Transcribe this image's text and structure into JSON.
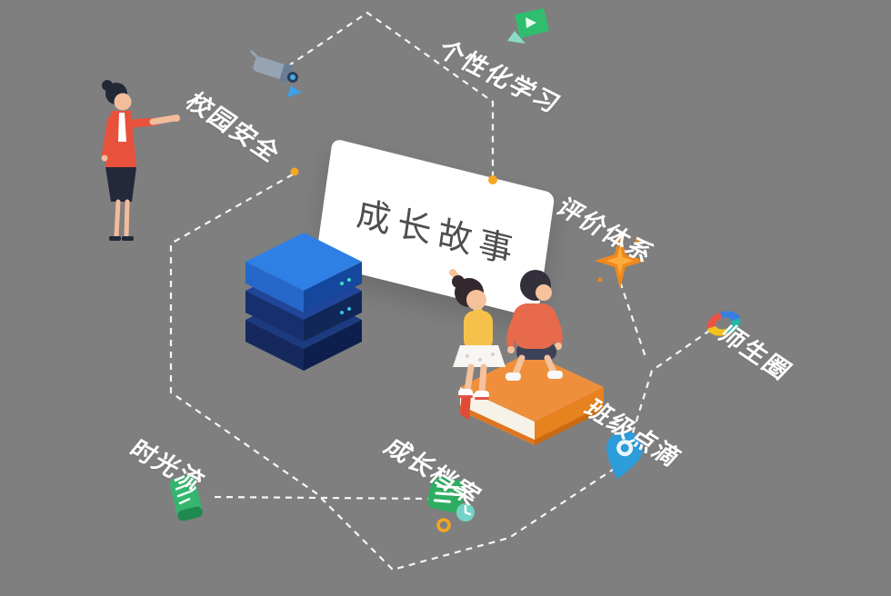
{
  "canvas": {
    "background": "#7f7f7f"
  },
  "board": {
    "title": "成长故事"
  },
  "nodes": {
    "campus_safety": {
      "label": "校园安全",
      "icon": "camera-icon"
    },
    "personalized_learning": {
      "label": "个性化学习",
      "icon": "green-book-icon"
    },
    "evaluation_system": {
      "label": "评价体系",
      "icon": "star-burst-icon"
    },
    "teacher_student_circle": {
      "label": "师生圈",
      "icon": "pie-chart-icon"
    },
    "class_moments": {
      "label": "班级点滴",
      "icon": "map-pin-icon"
    },
    "growth_archive": {
      "label": "成长档案",
      "icon": "archive-doc-icon"
    },
    "time_stream": {
      "label": "时光流",
      "icon": "phone-icon"
    }
  },
  "colors": {
    "accent_orange": "#f5a623",
    "connector_white": "#fdfdfd",
    "server_blue": "#2f80e4",
    "book_orange": "#ef8f3c",
    "icon_green": "#2fae62",
    "pin_blue": "#2d9cdb",
    "jacket_coral": "#e8523c"
  }
}
